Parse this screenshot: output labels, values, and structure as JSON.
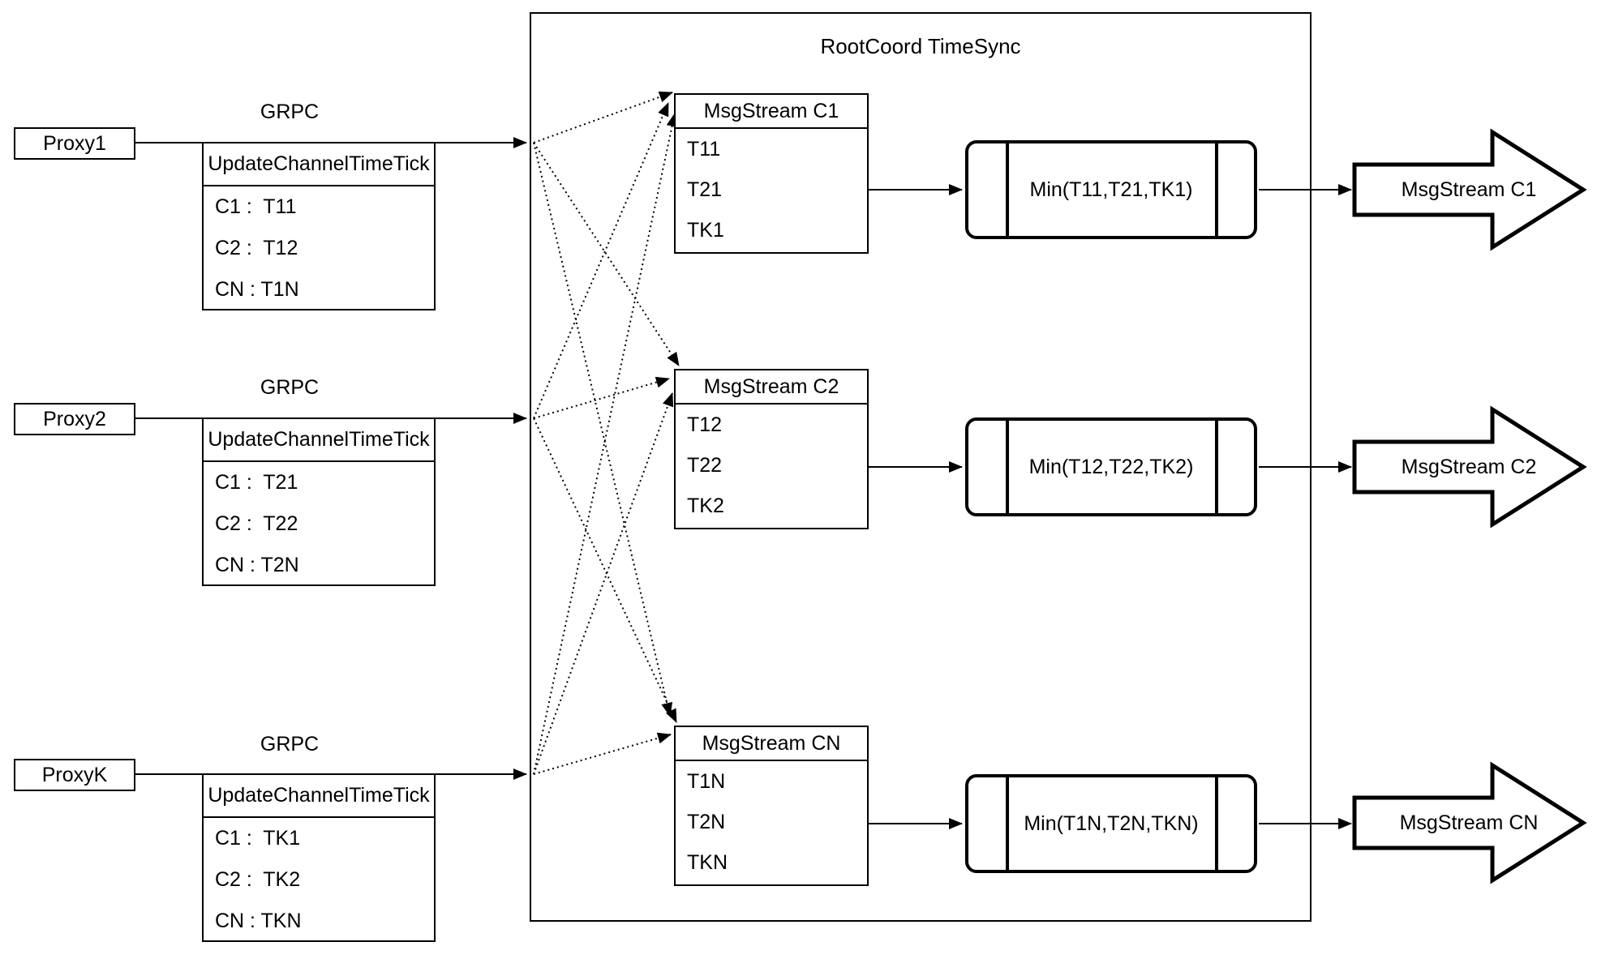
{
  "diagram_title": "RootCoord TimeSync",
  "style": {
    "stroke_color": "#000000",
    "fill_color": "#ffffff"
  },
  "rows": [
    {
      "proxy_label": "Proxy1",
      "grpc_label": "GRPC",
      "update_table": {
        "header": "UpdateChannelTimeTick",
        "entries": [
          "C1 :  T11",
          "C2 :  T12",
          "CN : T1N"
        ]
      },
      "msgstream_box": {
        "title": "MsgStream C1",
        "entries": [
          "T11",
          "T21",
          "TK1"
        ]
      },
      "min_label": "Min(T11,T21,TK1)",
      "output_arrow_label": "MsgStream C1"
    },
    {
      "proxy_label": "Proxy2",
      "grpc_label": "GRPC",
      "update_table": {
        "header": "UpdateChannelTimeTick",
        "entries": [
          "C1 :  T21",
          "C2 :  T22",
          "CN : T2N"
        ]
      },
      "msgstream_box": {
        "title": "MsgStream C2",
        "entries": [
          "T12",
          "T22",
          "TK2"
        ]
      },
      "min_label": "Min(T12,T22,TK2)",
      "output_arrow_label": "MsgStream C2"
    },
    {
      "proxy_label": "ProxyK",
      "grpc_label": "GRPC",
      "update_table": {
        "header": "UpdateChannelTimeTick",
        "entries": [
          "C1 :  TK1",
          "C2 :  TK2",
          "CN : TKN"
        ]
      },
      "msgstream_box": {
        "title": "MsgStream CN",
        "entries": [
          "T1N",
          "T2N",
          "TKN"
        ]
      },
      "min_label": "Min(T1N,T2N,TKN)",
      "output_arrow_label": "MsgStream CN"
    }
  ]
}
